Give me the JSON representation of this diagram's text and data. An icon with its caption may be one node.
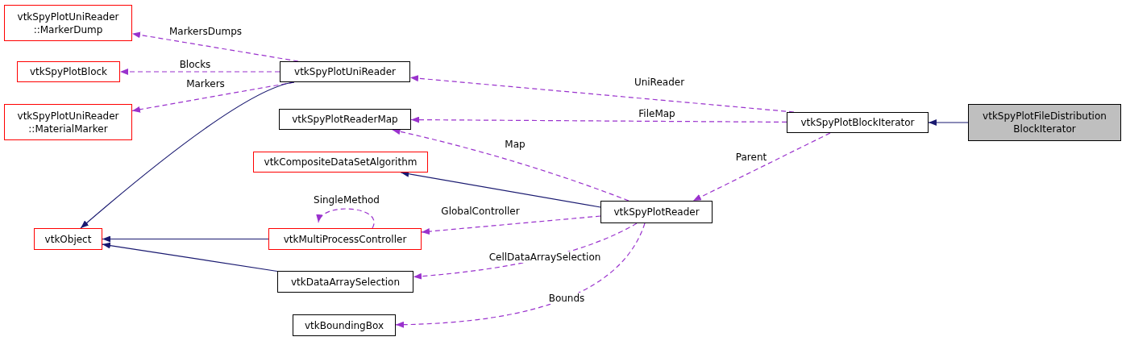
{
  "diagram": {
    "nodes": [
      {
        "text": [
          "vtkSpyPlotFileDistribution BlockIterator"
        ]
      },
      {
        "text": [
          "vtkSpyPlotBlockIterator"
        ]
      },
      {
        "text": [
          "vtkSpyPlotUniReader"
        ]
      },
      {
        "text": [
          "vtkSpyPlotReaderMap"
        ]
      },
      {
        "text": [
          "vtkSpyPlotReader"
        ]
      },
      {
        "text": [
          "vtkSpyPlotUniReader ::MarkerDump"
        ]
      },
      {
        "text": [
          "vtkSpyPlotBlock"
        ]
      },
      {
        "text": [
          "vtkSpyPlotUniReader ::MaterialMarker"
        ]
      },
      {
        "text": [
          "vtkCompositeDataSetAlgorithm"
        ]
      },
      {
        "text": [
          "vtkObject"
        ]
      },
      {
        "text": [
          "vtkMultiProcessController"
        ]
      },
      {
        "text": [
          "vtkDataArraySelection"
        ]
      },
      {
        "text": [
          "vtkBoundingBox"
        ]
      }
    ],
    "edges": [
      {
        "from": 0,
        "to": 1,
        "arrow": "to",
        "color": "#191970"
      },
      {
        "from": 1,
        "to": 2,
        "arrow": "to",
        "label": "UniReader",
        "style": "dashed"
      },
      {
        "from": 1,
        "to": 3,
        "arrow": "to",
        "label": "FileMap",
        "style": "dashed"
      },
      {
        "from": 1,
        "to": 4,
        "arrow": "to",
        "label": "Parent",
        "style": "dashed"
      },
      {
        "from": 2,
        "to": 5,
        "arrow": "to",
        "label": "MarkersDumps",
        "style": "dashed"
      },
      {
        "from": 2,
        "to": 6,
        "arrow": "to",
        "label": "Blocks",
        "style": "dashed"
      },
      {
        "from": 2,
        "to": 7,
        "arrow": "to",
        "label": "Markers",
        "style": "dashed"
      },
      {
        "from": 2,
        "to": 9,
        "arrow": "to",
        "color": "#191970"
      },
      {
        "from": 4,
        "to": 3,
        "arrow": "to",
        "label": "Map",
        "style": "dashed"
      },
      {
        "from": 4,
        "to": 8,
        "arrow": "to",
        "color": "#191970"
      },
      {
        "from": 4,
        "to": 10,
        "arrow": "to",
        "label": "GlobalController",
        "style": "dashed"
      },
      {
        "from": 4,
        "to": 11,
        "arrow": "to",
        "label": "CellDataArraySelection",
        "style": "dashed"
      },
      {
        "from": 4,
        "to": 12,
        "arrow": "to",
        "label": "Bounds",
        "style": "dashed"
      },
      {
        "from": 10,
        "to": 10,
        "arrow": "to",
        "label": "SingleMethod",
        "style": "dashed"
      },
      {
        "from": 10,
        "to": 9,
        "arrow": "to",
        "color": "#191970"
      },
      {
        "from": 11,
        "to": 9,
        "arrow": "to",
        "color": "#191970"
      }
    ]
  }
}
